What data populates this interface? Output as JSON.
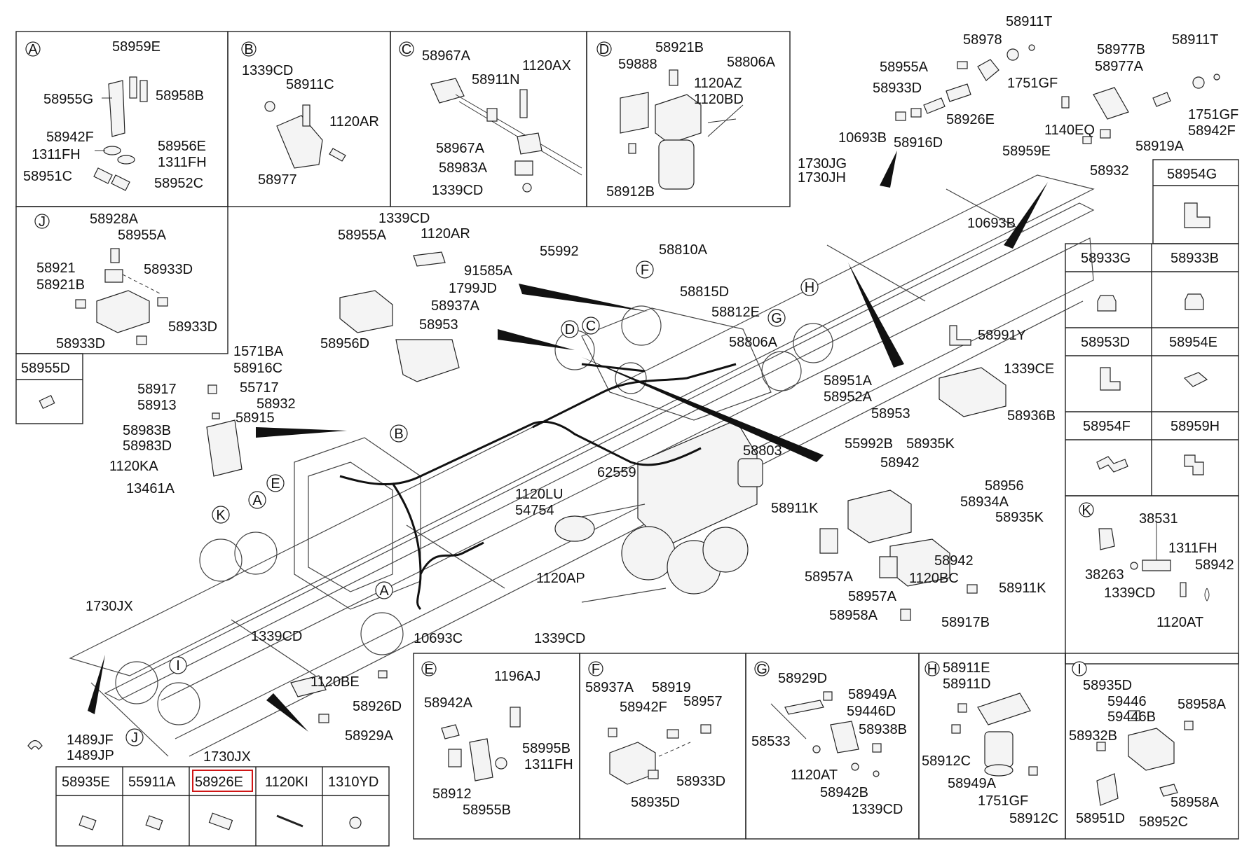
{
  "colors": {
    "ink": "#111111",
    "highlight": "#d01616",
    "paper": "#ffffff"
  },
  "sections": {
    "A": {
      "letter": "A",
      "parts": [
        "58959E",
        "58955G",
        "58958B",
        "58942F",
        "58956E",
        "1311FH",
        "1311FH",
        "58951C",
        "58952C"
      ]
    },
    "B": {
      "letter": "B",
      "parts": [
        "1339CD",
        "58911C",
        "1120AR",
        "58977"
      ]
    },
    "C": {
      "letter": "C",
      "parts": [
        "58967A",
        "58911N",
        "1120AX",
        "58967A",
        "58983A",
        "1339CD"
      ]
    },
    "D": {
      "letter": "D",
      "parts": [
        "58921B",
        "59888",
        "58806A",
        "1120AZ",
        "1120BD",
        "58912B"
      ]
    },
    "J": {
      "letter": "J",
      "parts": [
        "58928A",
        "58955A",
        "58921",
        "58921B",
        "58933D",
        "58933D",
        "58933D"
      ]
    },
    "E": {
      "letter": "E",
      "parts": [
        "1196AJ",
        "58942A",
        "58995B",
        "1311FH",
        "58912",
        "58955B"
      ]
    },
    "F": {
      "letter": "F",
      "parts": [
        "58937A",
        "58919",
        "58957",
        "58942F",
        "58933D",
        "58935D"
      ]
    },
    "G": {
      "letter": "G",
      "parts": [
        "58929D",
        "58949A",
        "59446D",
        "58533",
        "58938B",
        "1120AT",
        "58942B",
        "1339CD"
      ]
    },
    "H": {
      "letter": "H",
      "parts": [
        "58911E",
        "58911D",
        "58912C",
        "58949A",
        "1751GF",
        "58912C"
      ]
    },
    "I": {
      "letter": "I",
      "parts": [
        "58935D",
        "59446",
        "59446B",
        "58958A",
        "58932B",
        "58958A",
        "58951D",
        "58952C"
      ]
    },
    "K": {
      "letter": "K",
      "parts": [
        "38531",
        "1311FH",
        "38263",
        "58942",
        "1339CD",
        "1120AT"
      ]
    }
  },
  "part_grid": [
    "58954G",
    "58933G",
    "58933B",
    "58953D",
    "58954E",
    "58954F",
    "58959H"
  ],
  "single_box": "58955D",
  "bottom_table": {
    "items": [
      "58935E",
      "55911A",
      "58926E",
      "1120KI",
      "1310YD"
    ],
    "highlighted": "58926E"
  },
  "top_right": [
    "58911T",
    "58978",
    "58955A",
    "58933D",
    "1751GF",
    "58926E",
    "58916D",
    "58977B",
    "58977A",
    "58911T",
    "1751GF",
    "58942F",
    "1140EQ",
    "58919A",
    "58959E",
    "58932"
  ],
  "main": {
    "left_cluster": [
      "1339CD",
      "1120AR",
      "58955A",
      "91585A",
      "1799JD",
      "58937A",
      "58953",
      "58956D",
      "1571BA",
      "58916C",
      "58917",
      "55717",
      "58913",
      "58932",
      "58915",
      "58983B",
      "58983D",
      "1120KA",
      "13461A"
    ],
    "center": [
      "55992",
      "58810A",
      "58815D",
      "58812E",
      "58806A",
      "58803",
      "62559",
      "1120LU",
      "54754",
      "1120AP",
      "10693C",
      "1339CD",
      "10693B",
      "10693B",
      "1730JG",
      "1730JH"
    ],
    "lower_left": [
      "1730JX",
      "1339CD",
      "1120BE",
      "58926D",
      "1489JF",
      "1489JP",
      "1730JX",
      "58929A"
    ],
    "right_cluster": [
      "58991Y",
      "1339CE",
      "58953",
      "58936B",
      "58951A",
      "58952A",
      "55992B",
      "58935K",
      "58942",
      "58956",
      "58911K",
      "58934A",
      "58935K",
      "58942",
      "58957A",
      "1120BC",
      "58957A",
      "58911K",
      "58958A",
      "58917B"
    ],
    "callouts": [
      "D",
      "C",
      "F",
      "G",
      "H",
      "B",
      "E",
      "A",
      "K",
      "A",
      "I",
      "J"
    ]
  }
}
